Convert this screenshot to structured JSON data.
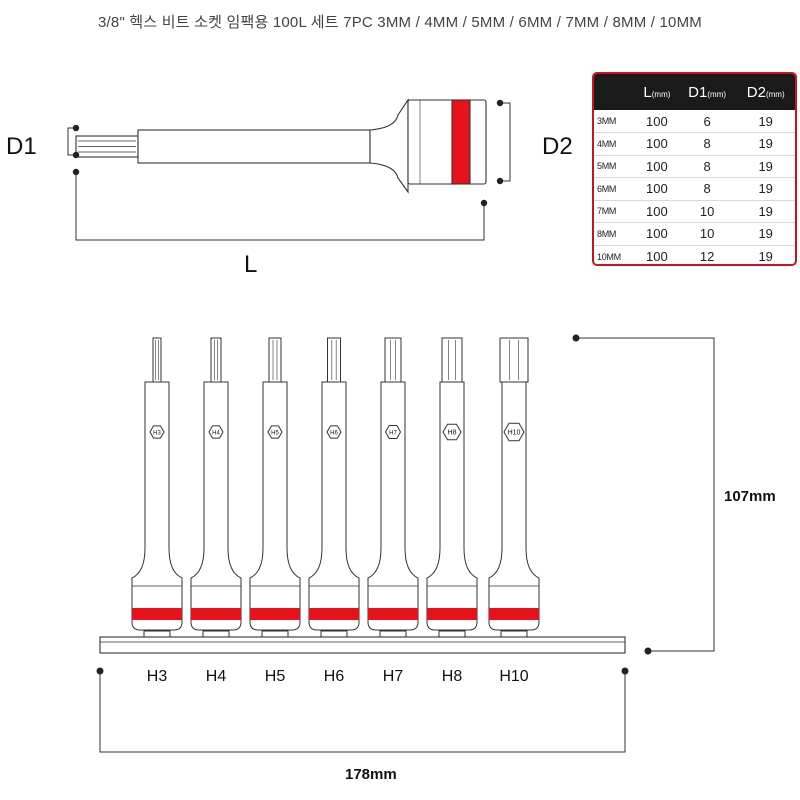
{
  "title": "3/8\" 헥스 비트 소켓 임팩용 100L 세트 7PC 3MM / 4MM / 5MM / 6MM / 7MM / 8MM / 10MM",
  "diagram": {
    "label_d1": "D1",
    "label_d2": "D2",
    "label_l": "L",
    "accent_color": "#e8131a"
  },
  "table": {
    "headers": [
      {
        "main": "",
        "unit": ""
      },
      {
        "main": "L",
        "unit": "(mm)"
      },
      {
        "main": "D1",
        "unit": "(mm)"
      },
      {
        "main": "D2",
        "unit": "(mm)"
      }
    ],
    "rows": [
      {
        "size": "3MM",
        "l": "100",
        "d1": "6",
        "d2": "19"
      },
      {
        "size": "4MM",
        "l": "100",
        "d1": "8",
        "d2": "19"
      },
      {
        "size": "5MM",
        "l": "100",
        "d1": "8",
        "d2": "19"
      },
      {
        "size": "6MM",
        "l": "100",
        "d1": "8",
        "d2": "19"
      },
      {
        "size": "7MM",
        "l": "100",
        "d1": "10",
        "d2": "19"
      },
      {
        "size": "8MM",
        "l": "100",
        "d1": "10",
        "d2": "19"
      },
      {
        "size": "10MM",
        "l": "100",
        "d1": "12",
        "d2": "19"
      }
    ]
  },
  "set": {
    "bits": [
      {
        "label": "H3",
        "stamp": "H3"
      },
      {
        "label": "H4",
        "stamp": "H4"
      },
      {
        "label": "H5",
        "stamp": "H5"
      },
      {
        "label": "H6",
        "stamp": "H6"
      },
      {
        "label": "H7",
        "stamp": "H7"
      },
      {
        "label": "H8",
        "stamp": "H8"
      },
      {
        "label": "H10",
        "stamp": "H10"
      }
    ],
    "height_label": "107mm",
    "width_label": "178mm"
  }
}
